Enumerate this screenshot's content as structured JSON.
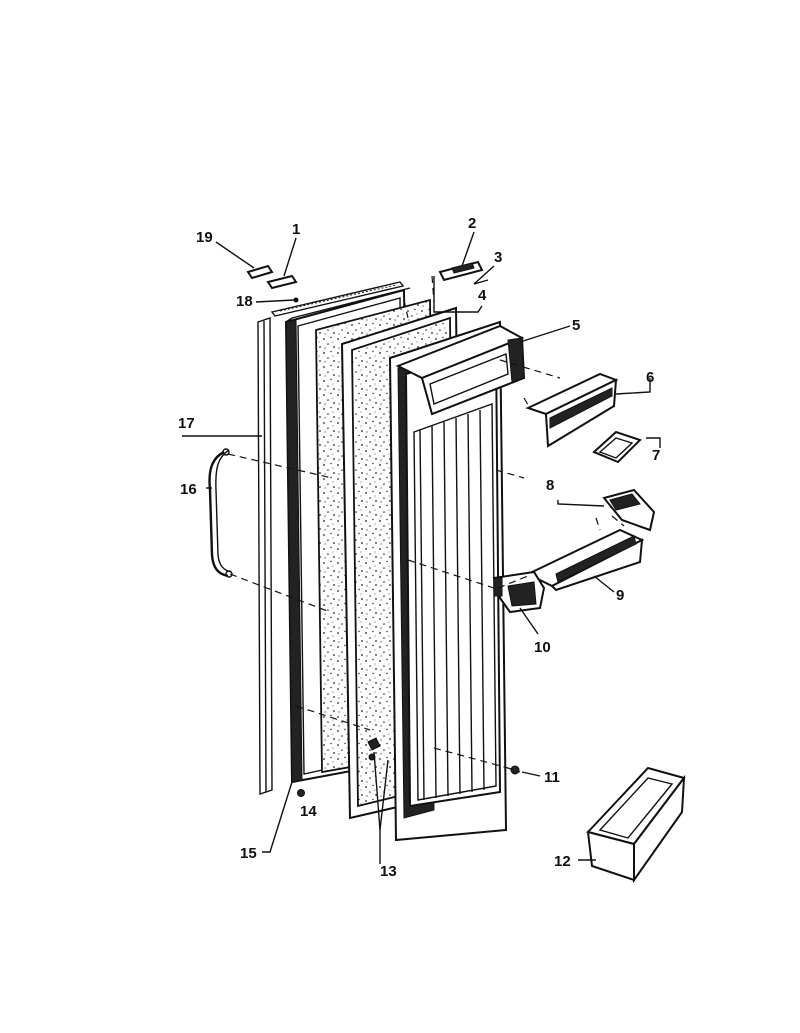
{
  "diagram": {
    "callouts": [
      {
        "id": "19",
        "text": "19"
      },
      {
        "id": "1",
        "text": "1"
      },
      {
        "id": "2",
        "text": "2"
      },
      {
        "id": "3",
        "text": "3"
      },
      {
        "id": "4",
        "text": "4"
      },
      {
        "id": "18",
        "text": "18"
      },
      {
        "id": "5",
        "text": "5"
      },
      {
        "id": "6",
        "text": "6"
      },
      {
        "id": "7",
        "text": "7"
      },
      {
        "id": "17",
        "text": "17"
      },
      {
        "id": "16",
        "text": "16"
      },
      {
        "id": "8",
        "text": "8"
      },
      {
        "id": "9",
        "text": "9"
      },
      {
        "id": "10",
        "text": "10"
      },
      {
        "id": "11",
        "text": "11"
      },
      {
        "id": "14",
        "text": "14"
      },
      {
        "id": "15",
        "text": "15"
      },
      {
        "id": "13",
        "text": "13"
      },
      {
        "id": "12",
        "text": "12"
      }
    ]
  }
}
